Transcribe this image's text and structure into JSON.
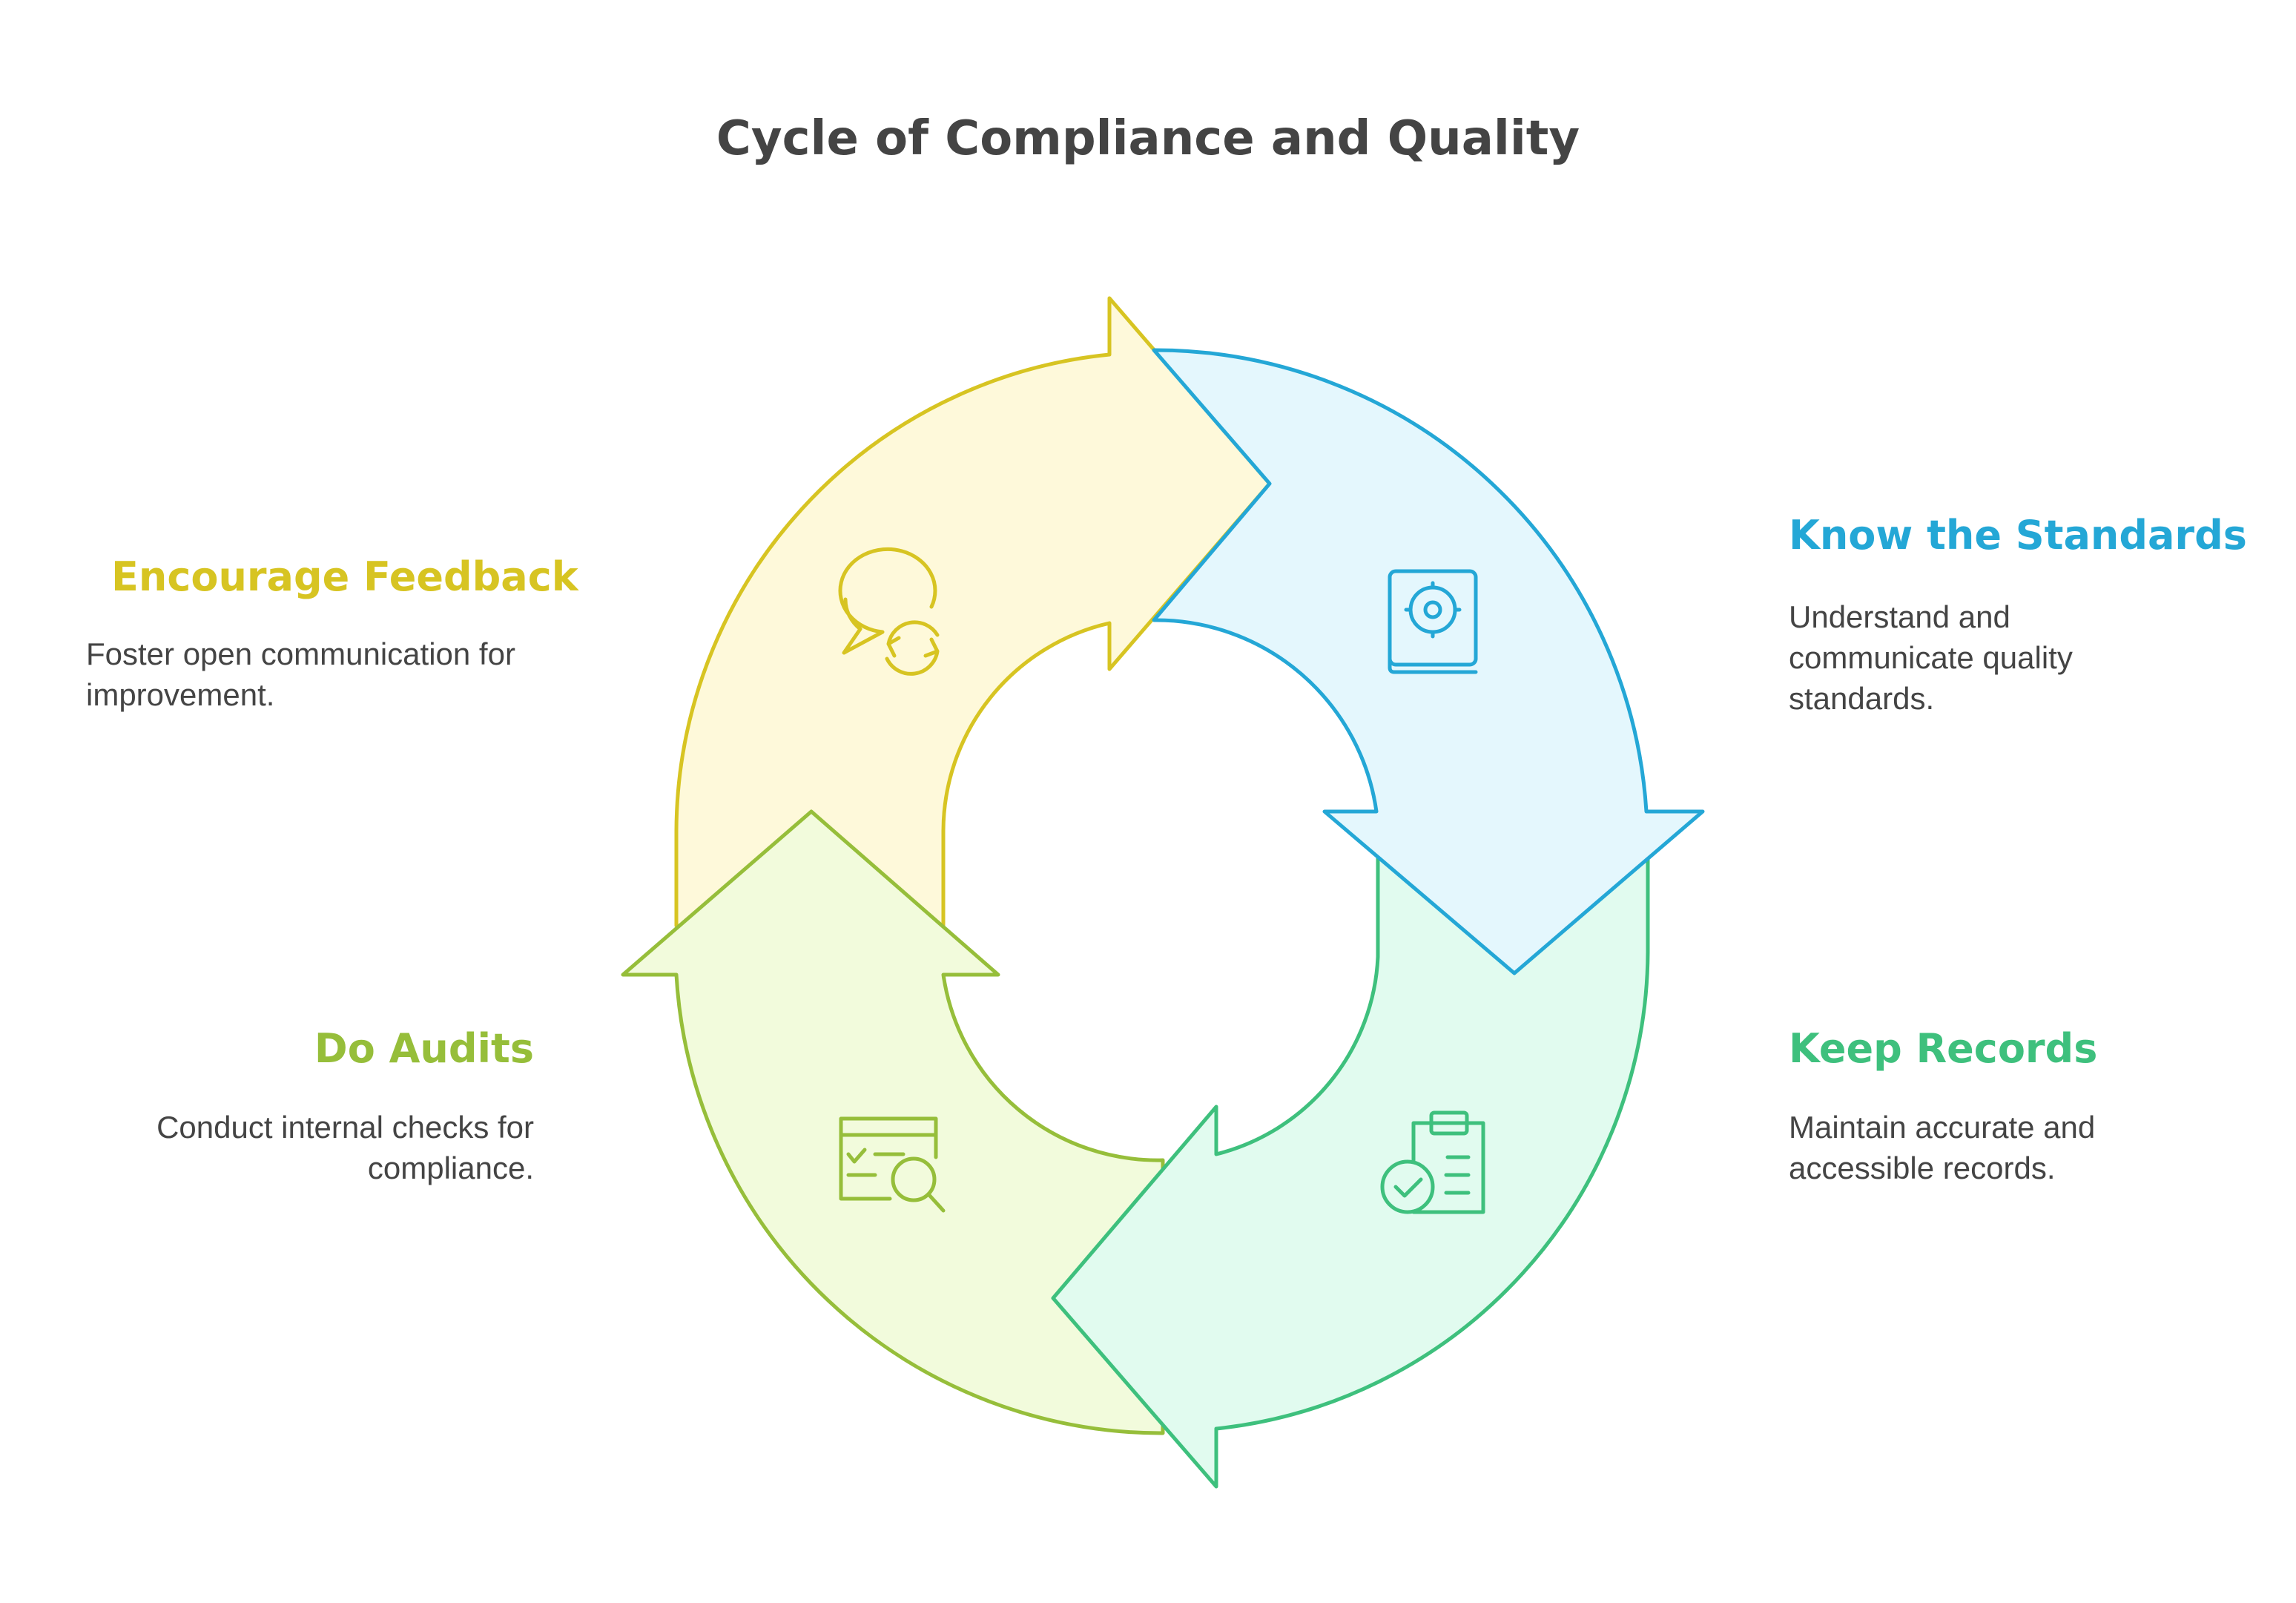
{
  "title": "Cycle of Compliance and Quality",
  "steps": [
    {
      "heading": "Know the Standards",
      "text": "Understand and communicate quality standards.",
      "color": "#24A7D6",
      "fill": "#E4F7FD",
      "icon": "book-gear-icon"
    },
    {
      "heading": "Keep Records",
      "text": "Maintain accurate and accessible records.",
      "color": "#3EC07D",
      "fill": "#E1FBEF",
      "icon": "clipboard-check-icon"
    },
    {
      "heading": "Do Audits",
      "text": "Conduct internal checks for compliance.",
      "color": "#96BE3A",
      "fill": "#F2FBDC",
      "icon": "audit-search-icon"
    },
    {
      "heading": "Encourage Feedback",
      "text": "Foster open communication for improvement.",
      "color": "#D7C422",
      "fill": "#FEF9DA",
      "icon": "chat-refresh-icon"
    }
  ]
}
